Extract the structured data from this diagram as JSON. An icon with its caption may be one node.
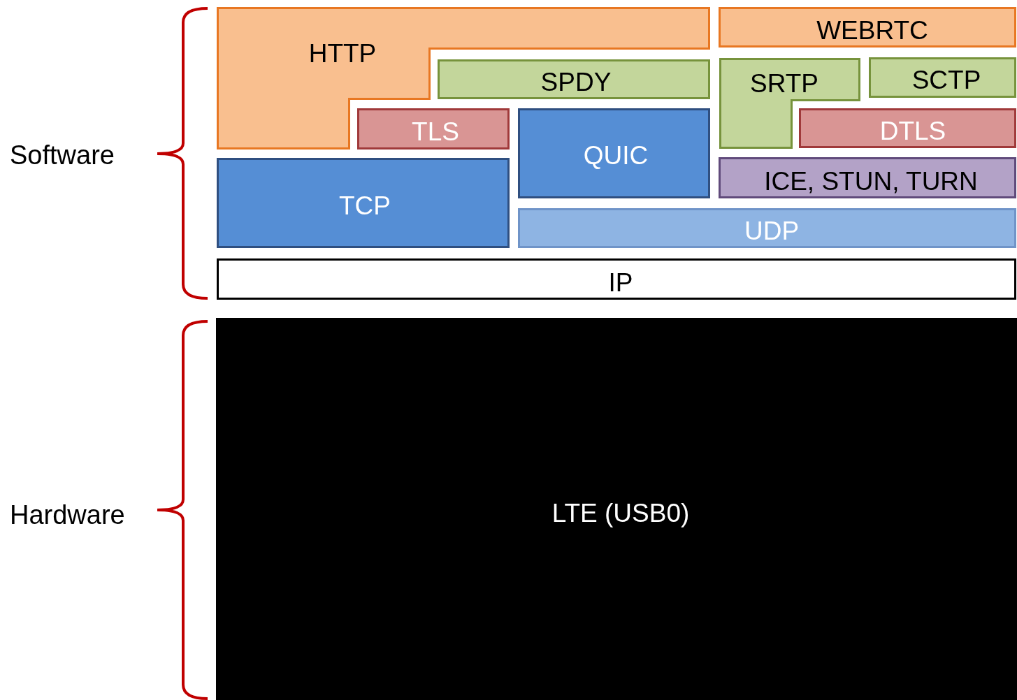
{
  "diagram": {
    "nodes": [
      {
        "text": [
          "HTTP"
        ]
      },
      {
        "text": [
          "WEBRTC"
        ]
      },
      {
        "text": [
          "SPDY"
        ]
      },
      {
        "text": [
          "SRTP"
        ]
      },
      {
        "text": [
          "SCTP"
        ]
      },
      {
        "text": [
          "TLS"
        ]
      },
      {
        "text": [
          "QUIC"
        ]
      },
      {
        "text": [
          "DTLS"
        ]
      },
      {
        "text": [
          "ICE, STUN, TURN"
        ]
      },
      {
        "text": [
          "TCP"
        ]
      },
      {
        "text": [
          "UDP"
        ]
      },
      {
        "text": [
          "IP"
        ]
      },
      {
        "text": [
          "LTE (USB0)"
        ]
      }
    ],
    "labels": [
      "Software",
      "Hardware"
    ]
  }
}
